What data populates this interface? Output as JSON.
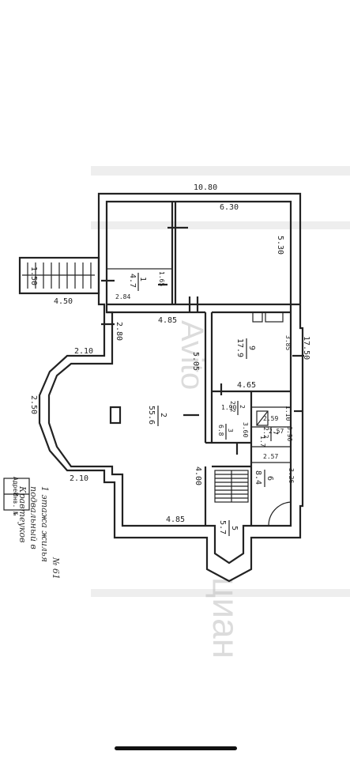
{
  "watermarks": {
    "avito": "Avito",
    "cian": "циан"
  },
  "plan": {
    "dims": {
      "total_width": "10.80",
      "top_room_w": "6.30",
      "top_room_h": "5.30",
      "right_total": "17.50",
      "stair_w": "4.50",
      "stair_h": "1.50",
      "room1_w": "2.84",
      "room1_h": "1.65",
      "mid_top": "4.85",
      "bay_left": "2.80",
      "bay_top": "2.10",
      "bay_side": "2.50",
      "bay_bottom": "2.10",
      "room2_h": "5.05",
      "room9_h": "3.85",
      "room9_w": "4.65",
      "corridor": "1.90",
      "small1": "2.59",
      "small2": "2.57",
      "small3": "2.57",
      "r3_w": "3.60",
      "r3_h": "1.10",
      "r6_h": "3.26",
      "hall_h": "4.00",
      "hall_bottom": "4.85",
      "r2_h": "0.90",
      "r7_h": "1.7"
    },
    "rooms": {
      "r1": "1",
      "r1_area": "4.7",
      "r2": "2",
      "r2_area": "55.6",
      "r3": "3",
      "r3_area": "6.8",
      "r5": "5",
      "r5_area": "5.7",
      "r6": "6",
      "r6_area": "8.4",
      "r9": "9",
      "r9_area": "17.9",
      "r2b": "2",
      "r2b_area": "2.2",
      "r7": "7",
      "r7_area": "2.2"
    }
  },
  "caption": {
    "line1": "Кравтеуков",
    "line2": "подвальный в",
    "line3": "1 этажа жилья",
    "line4": "№ 61"
  },
  "stamp": {
    "line1": "Адрес",
    "line2": "Инв. №"
  }
}
